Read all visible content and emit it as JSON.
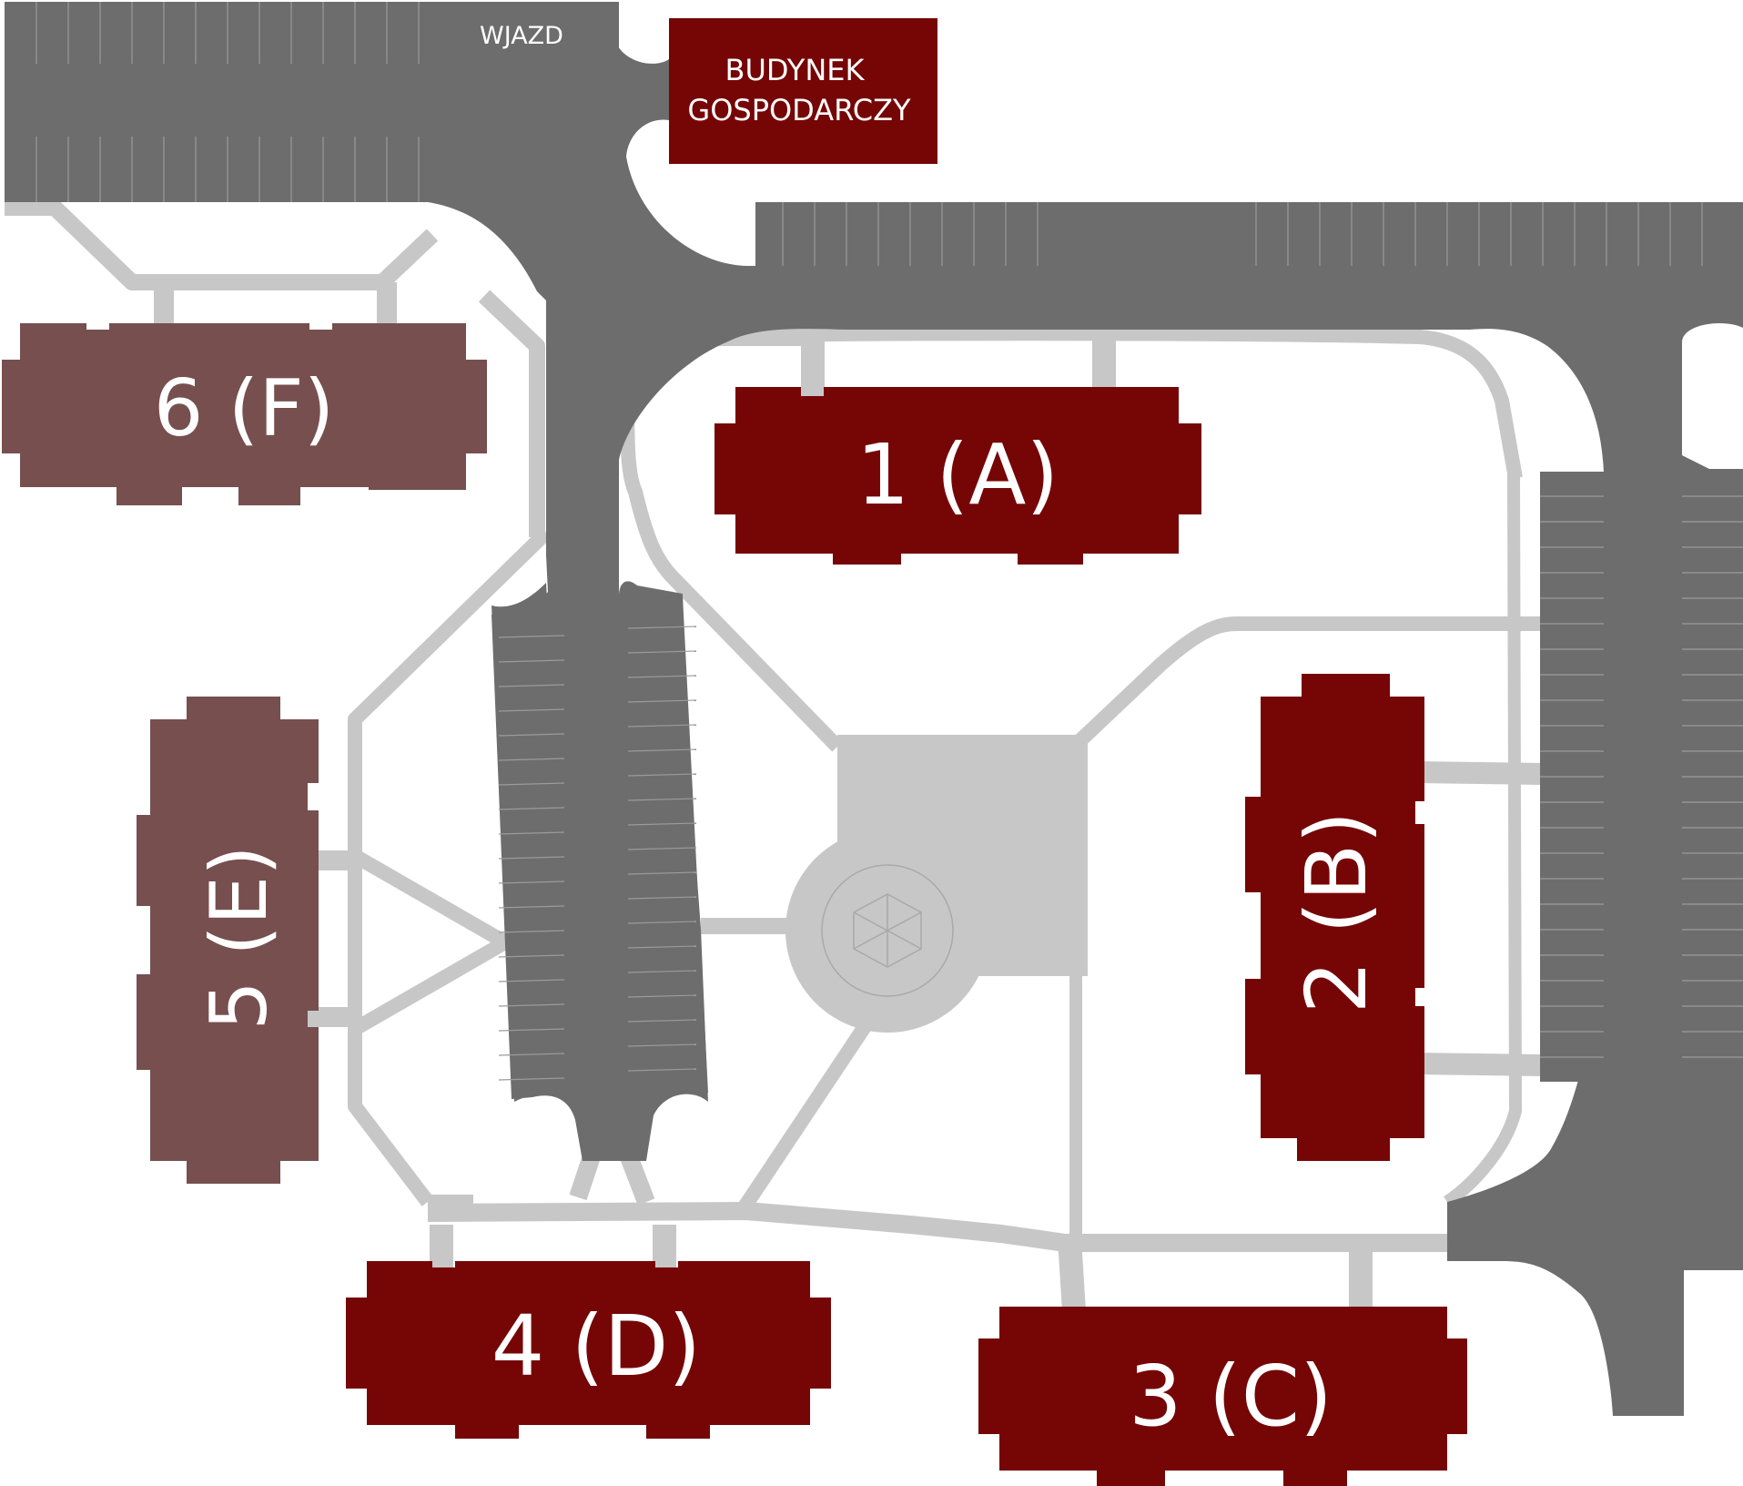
{
  "map": {
    "entrance_label": "WJAZD",
    "utility_building": {
      "line1": "BUDYNEK",
      "line2": "GOSPODARCZY"
    },
    "gazebo_icon": "gazebo-hexagon-icon",
    "buildings": [
      {
        "id": "1",
        "label": "1 (A)",
        "status": "available"
      },
      {
        "id": "2",
        "label": "2 (B)",
        "status": "available"
      },
      {
        "id": "3",
        "label": "3 (C)",
        "status": "available"
      },
      {
        "id": "4",
        "label": "4 (D)",
        "status": "available"
      },
      {
        "id": "5",
        "label": "5 (E)",
        "status": "sold"
      },
      {
        "id": "6",
        "label": "6 (F)",
        "status": "sold"
      }
    ]
  },
  "colors": {
    "building_available": "#760606",
    "building_sold": "#774f4f",
    "road": "#6d6d6d",
    "walkway": "#c8c7c8"
  }
}
